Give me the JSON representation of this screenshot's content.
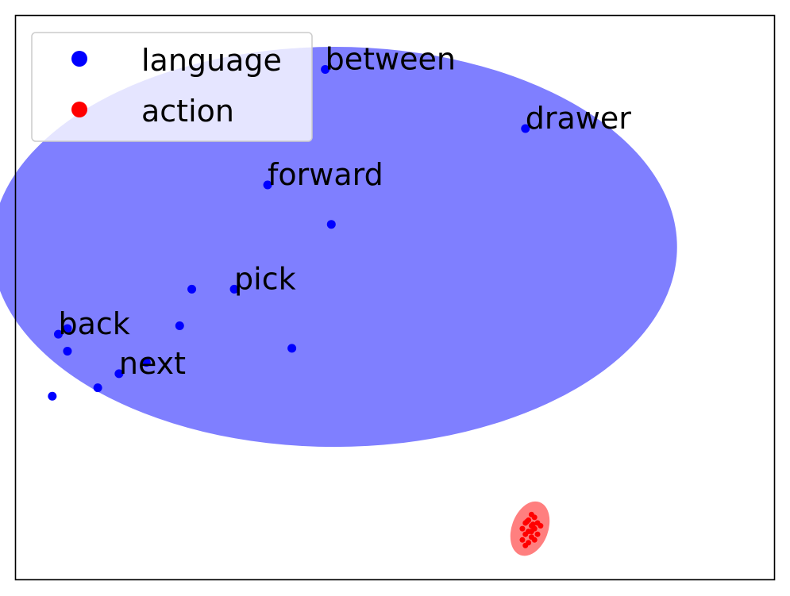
{
  "chart_data": {
    "type": "scatter",
    "title": "",
    "xlabel": "",
    "ylabel": "",
    "axes_ticks": "none",
    "grid": false,
    "legend_position": "top-left",
    "series": [
      {
        "name": "language",
        "color": "#0000ff",
        "points": [
          {
            "x": -0.78,
            "y": 0.91,
            "label": "between"
          },
          {
            "x": -0.12,
            "y": 0.7,
            "label": "drawer"
          },
          {
            "x": -0.97,
            "y": 0.5,
            "label": "forward"
          },
          {
            "x": -0.76,
            "y": 0.36,
            "label": ""
          },
          {
            "x": -1.08,
            "y": 0.13,
            "label": "pick"
          },
          {
            "x": -1.22,
            "y": 0.13,
            "label": ""
          },
          {
            "x": -1.26,
            "y": 0.0,
            "label": ""
          },
          {
            "x": -0.89,
            "y": -0.08,
            "label": ""
          },
          {
            "x": -1.66,
            "y": -0.03,
            "label": "back"
          },
          {
            "x": -1.63,
            "y": -0.01,
            "label": ""
          },
          {
            "x": -1.63,
            "y": -0.09,
            "label": ""
          },
          {
            "x": -1.37,
            "y": -0.13,
            "label": ""
          },
          {
            "x": -1.46,
            "y": -0.17,
            "label": "next"
          },
          {
            "x": -1.53,
            "y": -0.22,
            "label": ""
          },
          {
            "x": -1.68,
            "y": -0.25,
            "label": ""
          }
        ],
        "ellipse": {
          "cx": -0.75,
          "cy": 0.28,
          "rx": 1.13,
          "ry": 0.71
        }
      },
      {
        "name": "action",
        "color": "#ff0000",
        "points": [
          {
            "x": -0.1,
            "y": -0.67
          },
          {
            "x": -0.09,
            "y": -0.68
          },
          {
            "x": -0.11,
            "y": -0.69
          },
          {
            "x": -0.08,
            "y": -0.7
          },
          {
            "x": -0.12,
            "y": -0.7
          },
          {
            "x": -0.1,
            "y": -0.71
          },
          {
            "x": -0.07,
            "y": -0.71
          },
          {
            "x": -0.13,
            "y": -0.72
          },
          {
            "x": -0.09,
            "y": -0.72
          },
          {
            "x": -0.11,
            "y": -0.73
          },
          {
            "x": -0.08,
            "y": -0.74
          },
          {
            "x": -0.12,
            "y": -0.74
          },
          {
            "x": -0.1,
            "y": -0.75
          },
          {
            "x": -0.13,
            "y": -0.76
          },
          {
            "x": -0.11,
            "y": -0.77
          },
          {
            "x": -0.09,
            "y": -0.76
          },
          {
            "x": -0.12,
            "y": -0.78
          },
          {
            "x": -0.1,
            "y": -0.73
          },
          {
            "x": -0.115,
            "y": -0.695
          },
          {
            "x": -0.095,
            "y": -0.705
          }
        ],
        "ellipse": {
          "cx": -0.105,
          "cy": -0.72,
          "rx": 0.06,
          "ry": 0.1,
          "rotation_deg": 20
        }
      }
    ]
  }
}
